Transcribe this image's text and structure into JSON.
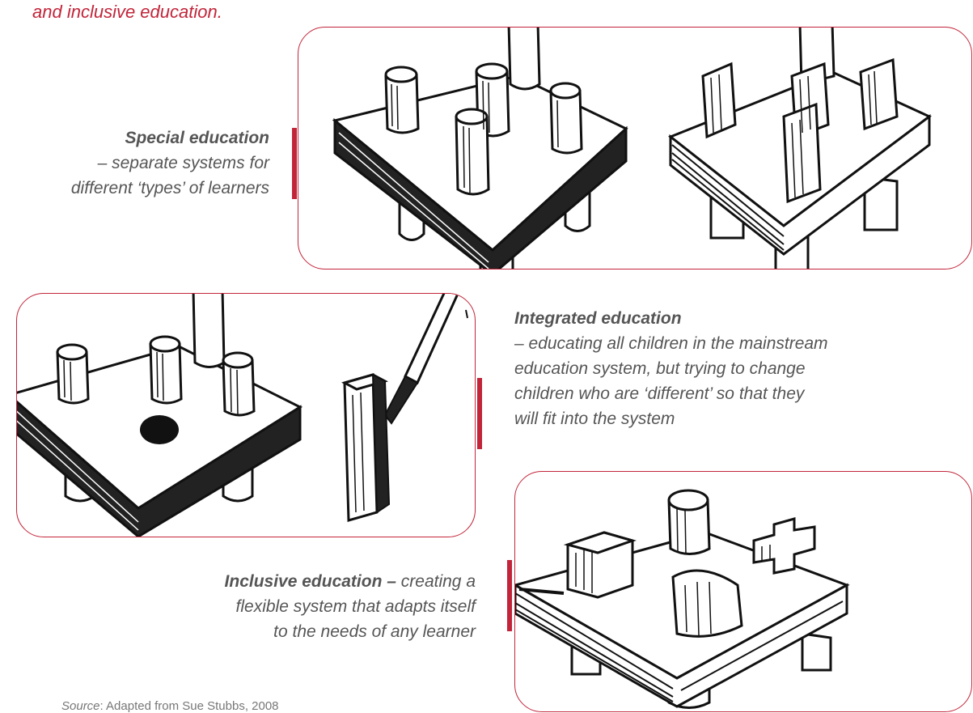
{
  "intro_tail": "and inclusive education.",
  "special": {
    "title": "Special education",
    "desc_line1": "– separate systems for",
    "desc_line2": "different ‘types’ of learners"
  },
  "integrated": {
    "title": "Integrated education",
    "line1": "– educating all children in the mainstream",
    "line2": "education system, but trying to change",
    "line3": "children who are ‘different’ so that they",
    "line4": "will fit into the system"
  },
  "inclusive": {
    "title": "Inclusive education –",
    "line1_rest": " creating a",
    "line2": "flexible system that adapts itself",
    "line3": "to the needs of any learner"
  },
  "source": {
    "label": "Source",
    "text": ": Adapted from Sue Stubbs, 2008"
  },
  "colors": {
    "accent": "#c2253a",
    "text": "#555555"
  }
}
